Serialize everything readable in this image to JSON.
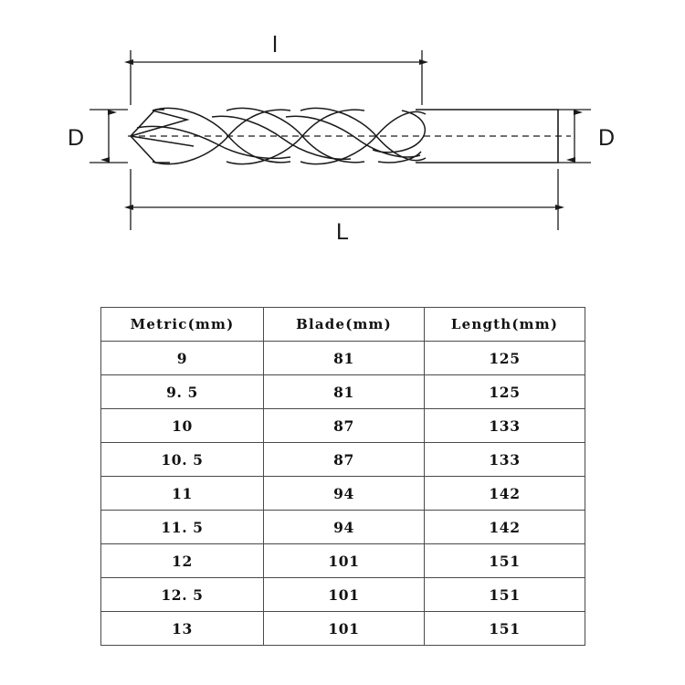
{
  "drawing": {
    "title": "twist-drill-bit-dimension-diagram",
    "labels": {
      "flute_length": "l",
      "overall_length": "L",
      "diameter_left": "D",
      "diameter_right": "D"
    },
    "line_color": "#1a1a1a",
    "background": "#ffffff"
  },
  "table": {
    "headers": [
      "Metric(mm)",
      "Blade(mm)",
      "Length(mm)"
    ],
    "rows": [
      [
        "9",
        "81",
        "125"
      ],
      [
        "9. 5",
        "81",
        "125"
      ],
      [
        "10",
        "87",
        "133"
      ],
      [
        "10. 5",
        "87",
        "133"
      ],
      [
        "11",
        "94",
        "142"
      ],
      [
        "11. 5",
        "94",
        "142"
      ],
      [
        "12",
        "101",
        "151"
      ],
      [
        "12. 5",
        "101",
        "151"
      ],
      [
        "13",
        "101",
        "151"
      ]
    ]
  }
}
